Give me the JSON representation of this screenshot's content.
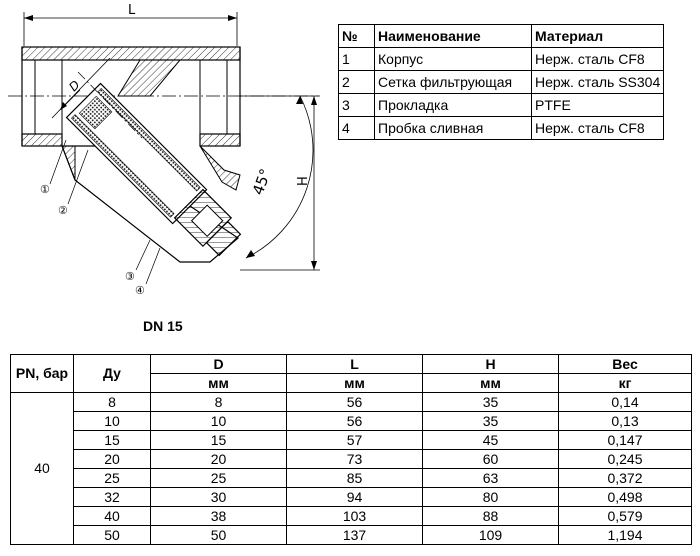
{
  "drawing": {
    "dim_L": "L",
    "dim_D": "D",
    "dim_H": "H",
    "angle": "45°",
    "callouts": [
      "①",
      "②",
      "③",
      "④"
    ]
  },
  "materials": {
    "headers": [
      "№",
      "Наименование",
      "Материал"
    ],
    "rows": [
      [
        "1",
        "Корпус",
        "Нерж. сталь CF8"
      ],
      [
        "2",
        "Сетка фильтрующая",
        "Нерж. сталь SS304"
      ],
      [
        "3",
        "Прокладка",
        "PTFE"
      ],
      [
        "4",
        "Пробка сливная",
        "Нерж. сталь CF8"
      ]
    ]
  },
  "dn_label": "DN 15",
  "dimensions": {
    "headers": {
      "pn": "PN, бар",
      "du": "Ду",
      "d": "D",
      "l": "L",
      "h": "H",
      "w": "Вес"
    },
    "units": {
      "d": "мм",
      "l": "мм",
      "h": "мм",
      "w": "кг"
    },
    "pn_value": "40",
    "rows": [
      [
        "8",
        "8",
        "56",
        "35",
        "0,14"
      ],
      [
        "10",
        "10",
        "56",
        "35",
        "0,13"
      ],
      [
        "15",
        "15",
        "57",
        "45",
        "0,147"
      ],
      [
        "20",
        "20",
        "73",
        "60",
        "0,245"
      ],
      [
        "25",
        "25",
        "85",
        "63",
        "0,372"
      ],
      [
        "32",
        "30",
        "94",
        "80",
        "0,498"
      ],
      [
        "40",
        "38",
        "103",
        "88",
        "0,579"
      ],
      [
        "50",
        "50",
        "137",
        "109",
        "1,194"
      ]
    ]
  }
}
